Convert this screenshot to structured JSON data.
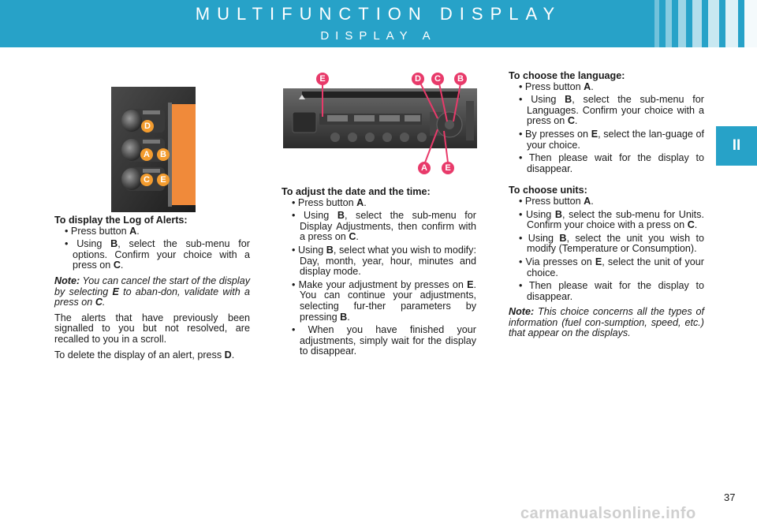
{
  "header": {
    "title": "MULTIFUNCTION DISPLAY",
    "subtitle": "DISPLAY A",
    "accent_color": "#27a2c8"
  },
  "chapter_tab": "II",
  "left_image": {
    "badges": [
      "D",
      "A",
      "B",
      "C",
      "E"
    ],
    "badge_color": "#f39c2f"
  },
  "center_image": {
    "top_badges": [
      "E",
      "D",
      "C",
      "B"
    ],
    "bottom_badges": [
      "A",
      "E"
    ],
    "badge_color": "#e83a6a"
  },
  "left_col": {
    "alerts_heading": "To display the Log of Alerts:",
    "alerts_items": [
      {
        "pre": "Press button ",
        "key": "A",
        "post": "."
      },
      {
        "pre": "Using ",
        "key": "B",
        "post": ", select the sub-menu for options. Confirm your choice with a press on ",
        "key2": "C",
        "post2": "."
      }
    ],
    "note_label": "Note:",
    "note_text": " You can cancel the start of the display by selecting ",
    "note_key": "E",
    "note_text2": " to aban-don, validate with a press on ",
    "note_key2": "C",
    "note_end": ".",
    "para1": "The alerts that have previously been signalled to you but not resolved, are recalled to you in a scroll.",
    "para2_pre": "To delete the display of an alert, press ",
    "para2_key": "D",
    "para2_end": "."
  },
  "center_col": {
    "heading": "To adjust the date and the time:",
    "items": [
      {
        "pre": "Press button ",
        "key": "A",
        "post": "."
      },
      {
        "pre": "Using ",
        "key": "B",
        "post": ", select the sub-menu for Display Adjustments, then confirm with a press on ",
        "key2": "C",
        "post2": "."
      },
      {
        "pre": "Using ",
        "key": "B",
        "post": ", select what you wish to modify: Day, month, year, hour, minutes and display mode."
      },
      {
        "pre": "Make your adjustment by presses on ",
        "key": "E",
        "post": ". You can continue your adjustments, selecting fur-ther parameters by pressing ",
        "key2": "B",
        "post2": "."
      },
      {
        "pre": "When you have finished your adjustments, simply wait for the display to disappear."
      }
    ]
  },
  "right_col": {
    "lang_heading": "To choose the language:",
    "lang_items": [
      {
        "pre": "Press button ",
        "key": "A",
        "post": "."
      },
      {
        "pre": "Using ",
        "key": "B",
        "post": ", select the sub-menu for Languages. Confirm your choice with a press on ",
        "key2": "C",
        "post2": "."
      },
      {
        "pre": "By presses on ",
        "key": "E",
        "post": ", select the lan-guage of your choice."
      },
      {
        "pre": "Then please wait for the display to disappear."
      }
    ],
    "units_heading": "To choose units:",
    "units_items": [
      {
        "pre": "Press button ",
        "key": "A",
        "post": "."
      },
      {
        "pre": "Using ",
        "key": "B",
        "post": ", select the sub-menu for Units. Confirm your choice with a press on ",
        "key2": "C",
        "post2": "."
      },
      {
        "pre": "Using ",
        "key": "B",
        "post": ", select the unit you wish to modify (Temperature or Consumption)."
      },
      {
        "pre": "Via presses on ",
        "key": "E",
        "post": ", select the unit of your choice."
      },
      {
        "pre": "Then please wait for the display to disappear."
      }
    ],
    "note_label": "Note:",
    "note_text": " This choice concerns all the types of information (fuel con-sumption, speed, etc.) that appear on the displays."
  },
  "page_number": "37",
  "watermark": "carmanualsonline.info"
}
